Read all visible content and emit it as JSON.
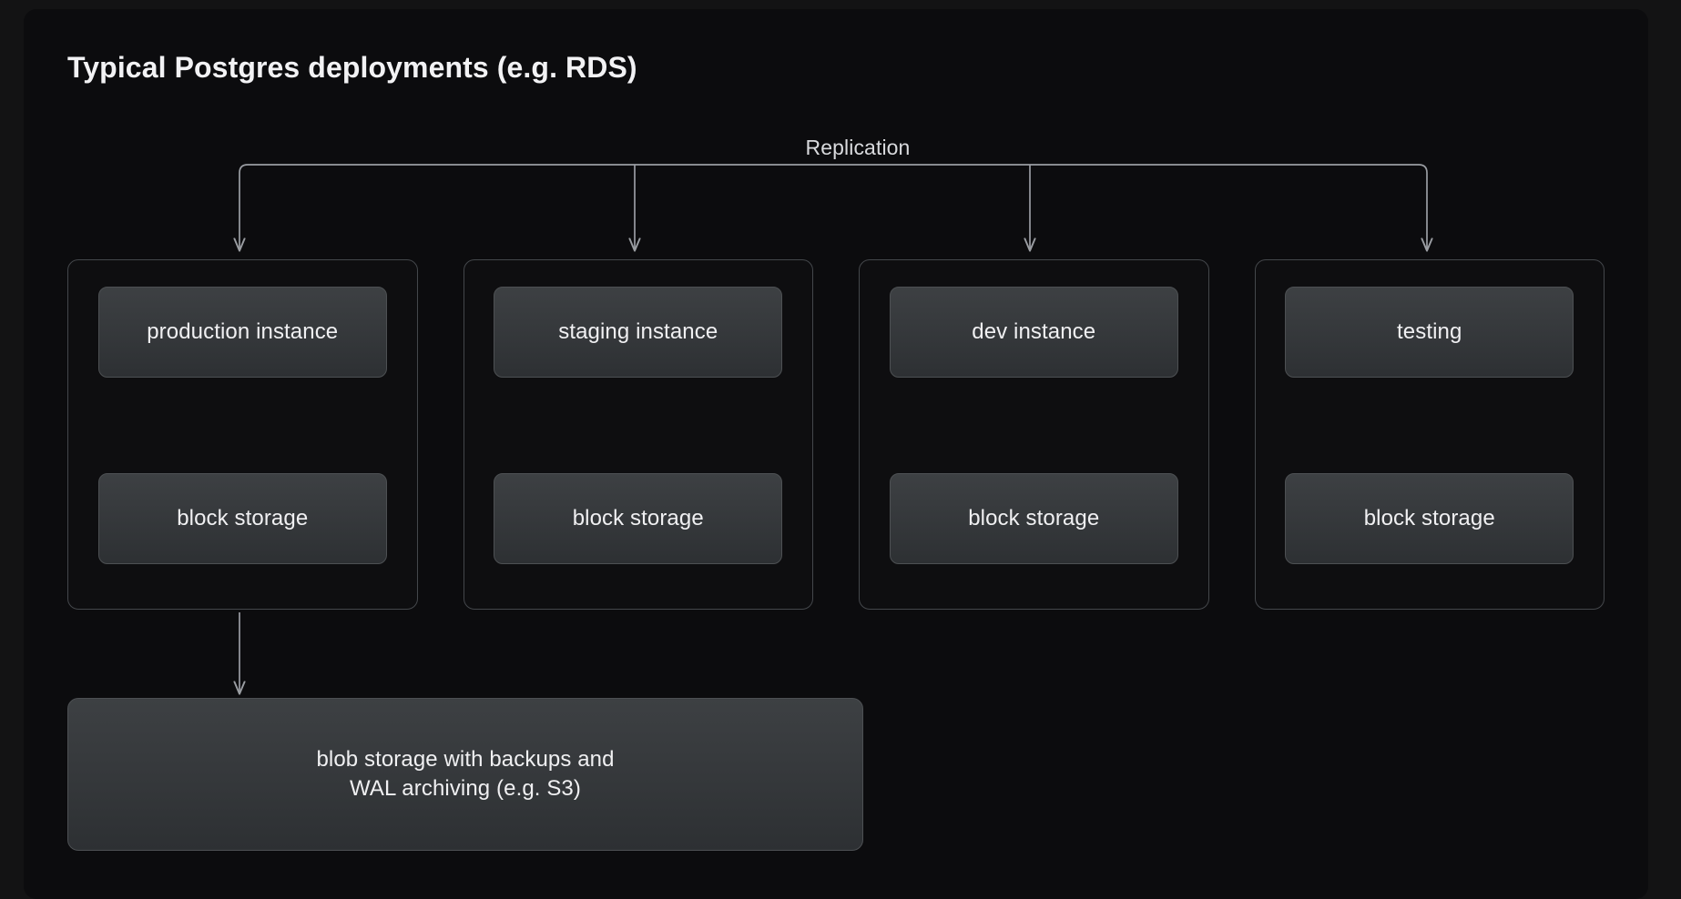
{
  "slide": {
    "title": "Typical Postgres deployments (e.g. RDS)",
    "background_color": "#0c0c0e",
    "page_background_color": "#131314"
  },
  "diagram": {
    "type": "flow-diagram",
    "replication_label": "Replication",
    "edge_color": "#9a9da2",
    "container_border_color": "#44474b",
    "node_fill_top": "#3d4043",
    "node_fill_bottom": "#2d3033",
    "text_color": "#f0f0f2",
    "columns": [
      {
        "id": "production",
        "instance_label": "production instance",
        "storage_label": "block storage",
        "has_backup_arrow": true
      },
      {
        "id": "staging",
        "instance_label": "staging instance",
        "storage_label": "block storage",
        "has_backup_arrow": false
      },
      {
        "id": "dev",
        "instance_label": "dev instance",
        "storage_label": "block storage",
        "has_backup_arrow": false
      },
      {
        "id": "testing",
        "instance_label": "testing",
        "storage_label": "block storage",
        "has_backup_arrow": false
      }
    ],
    "blob_storage": {
      "line1": "blob storage with backups and",
      "line2": "WAL archiving (e.g. S3)"
    },
    "edges": [
      {
        "from": "replication-bus",
        "to": "production",
        "style": "arrow-down"
      },
      {
        "from": "replication-bus",
        "to": "staging",
        "style": "arrow-down"
      },
      {
        "from": "replication-bus",
        "to": "dev",
        "style": "arrow-down"
      },
      {
        "from": "replication-bus",
        "to": "testing",
        "style": "arrow-down"
      },
      {
        "from": "production instance",
        "to": "block storage",
        "style": "double-arrow"
      },
      {
        "from": "staging instance",
        "to": "block storage",
        "style": "double-arrow"
      },
      {
        "from": "dev instance",
        "to": "block storage",
        "style": "double-arrow"
      },
      {
        "from": "testing",
        "to": "block storage",
        "style": "double-arrow"
      },
      {
        "from": "production",
        "to": "blob storage",
        "style": "arrow-down"
      }
    ]
  }
}
